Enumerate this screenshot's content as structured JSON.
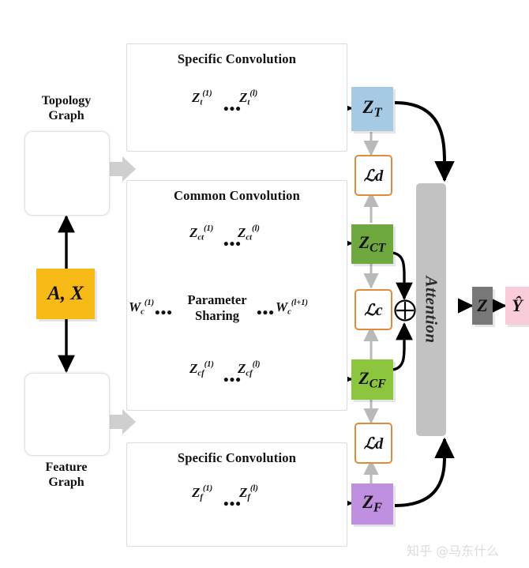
{
  "figure": {
    "watermark": "知乎 @马东什么"
  },
  "inputs": {
    "ax_label": "A, X",
    "topology_graph_label": "Topology\nGraph",
    "topology_graph_line1": "Topology",
    "topology_graph_line2": "Graph",
    "feature_graph_line1": "Feature",
    "feature_graph_line2": "Graph"
  },
  "panels": [
    {
      "id": "specific-topology",
      "title": "Specific Convolution",
      "z_first": "Z",
      "z_first_sup": "(1)",
      "z_first_sub": "t",
      "z_last": "Z",
      "z_last_sup": "(l)",
      "z_last_sub": "t",
      "dots": "•••",
      "out_color": "#9cc3e6",
      "in_color": "#f5c242"
    },
    {
      "id": "common-topology",
      "title": "Common Convolution",
      "z_first": "Z",
      "z_first_sup": "(1)",
      "z_first_sub": "ct",
      "z_last": "Z",
      "z_last_sup": "(l)",
      "z_last_sub": "ct",
      "dots": "•••",
      "out_color": "#57a63a",
      "in_color": "#f5c242"
    },
    {
      "id": "common-feature",
      "title": "",
      "z_first": "Z",
      "z_first_sup": "(1)",
      "z_first_sub": "cf",
      "z_last": "Z",
      "z_last_sup": "(l)",
      "z_last_sub": "cf",
      "dots": "•••",
      "out_color": "#57a63a",
      "in_color": "#f5c242"
    },
    {
      "id": "specific-feature",
      "title": "Specific Convolution",
      "z_first": "Z",
      "z_first_sup": "(1)",
      "z_first_sub": "f",
      "z_last": "Z",
      "z_last_sup": "(l)",
      "z_last_sub": "f",
      "dots": "•••",
      "out_color": "#c49ae0",
      "in_color": "#f5c242"
    }
  ],
  "parameter_sharing": {
    "line1": "Parameter",
    "line2": "Sharing",
    "w_left": "W",
    "w_left_sup": "(1)",
    "w_left_sub": "c",
    "w_right": "W",
    "w_right_sup": "(l+1)",
    "w_right_sub": "c",
    "dots_left": "•••",
    "dots_right": "•••"
  },
  "embeddings": {
    "zt": {
      "base": "Z",
      "sub": "T",
      "color": "#a6c9e4"
    },
    "zct": {
      "base": "Z",
      "sub": "CT",
      "color": "#6fa83e"
    },
    "zcf": {
      "base": "Z",
      "sub": "CF",
      "color": "#8cc63f"
    },
    "zf": {
      "base": "Z",
      "sub": "F",
      "color": "#bf8fe0"
    },
    "z": {
      "base": "Z",
      "sub": "",
      "color": "#787878"
    },
    "yhat": {
      "base": "Ŷ",
      "sub": "",
      "color": "#f9ccd8"
    }
  },
  "losses": {
    "ld_top": {
      "base": "ℒ",
      "sub": "d",
      "border": "#e08a3c"
    },
    "lc_middle": {
      "base": "ℒ",
      "sub": "c",
      "border": "#e08a3c"
    },
    "ld_bottom": {
      "base": "ℒ",
      "sub": "d",
      "border": "#e08a3c"
    }
  },
  "attention": {
    "label": "Attention",
    "color": "#c2c2c2"
  },
  "operators": {
    "sum": "⊕"
  },
  "colors": {
    "node": "#8a6d1b",
    "feature_yellow": "#f5c242",
    "feature_blue": "#9cc3e6",
    "feature_green": "#57a63a",
    "feature_purple": "#c49ae0",
    "arrow_gray": "#b9b9b9",
    "arrow_black": "#000000",
    "panel_border": "#d9dce1"
  }
}
